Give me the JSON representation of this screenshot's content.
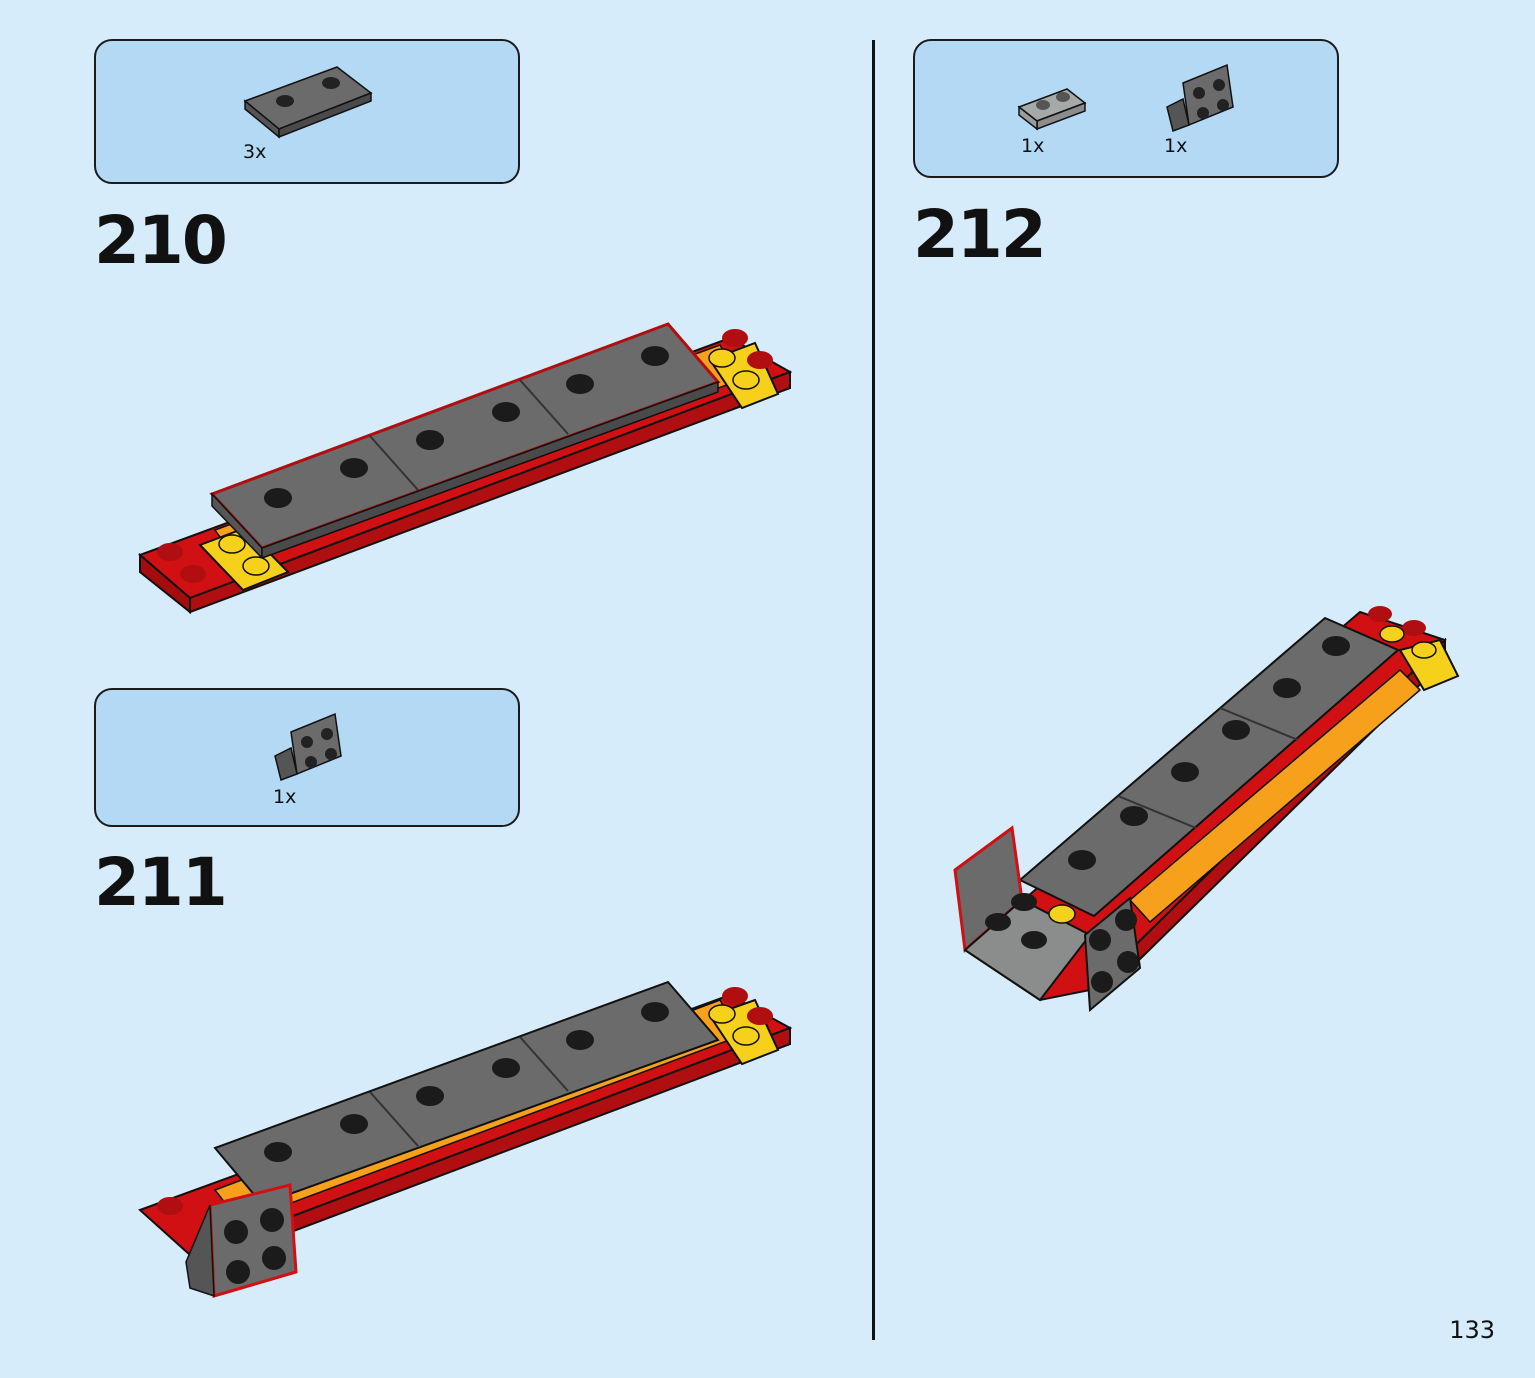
{
  "steps": [
    {
      "number": "210",
      "parts": [
        {
          "qty": "3x",
          "part": "dark-gray-plate-1x2"
        }
      ]
    },
    {
      "number": "211",
      "parts": [
        {
          "qty": "1x",
          "part": "dark-gray-bracket-1x2-2x2"
        }
      ]
    },
    {
      "number": "212",
      "parts": [
        {
          "qty": "1x",
          "part": "light-gray-plate-1x2"
        },
        {
          "qty": "1x",
          "part": "dark-gray-bracket-1x2-2x2"
        }
      ]
    }
  ],
  "page": {
    "number": "133"
  },
  "colors": {
    "background": "#d7ecfb",
    "parts_box": "#b3d9f5",
    "red": "#d01012",
    "yellow": "#f5d11c",
    "orange": "#f7a01c",
    "dark_gray": "#6b6b6b",
    "light_gray": "#a5a9a8"
  }
}
